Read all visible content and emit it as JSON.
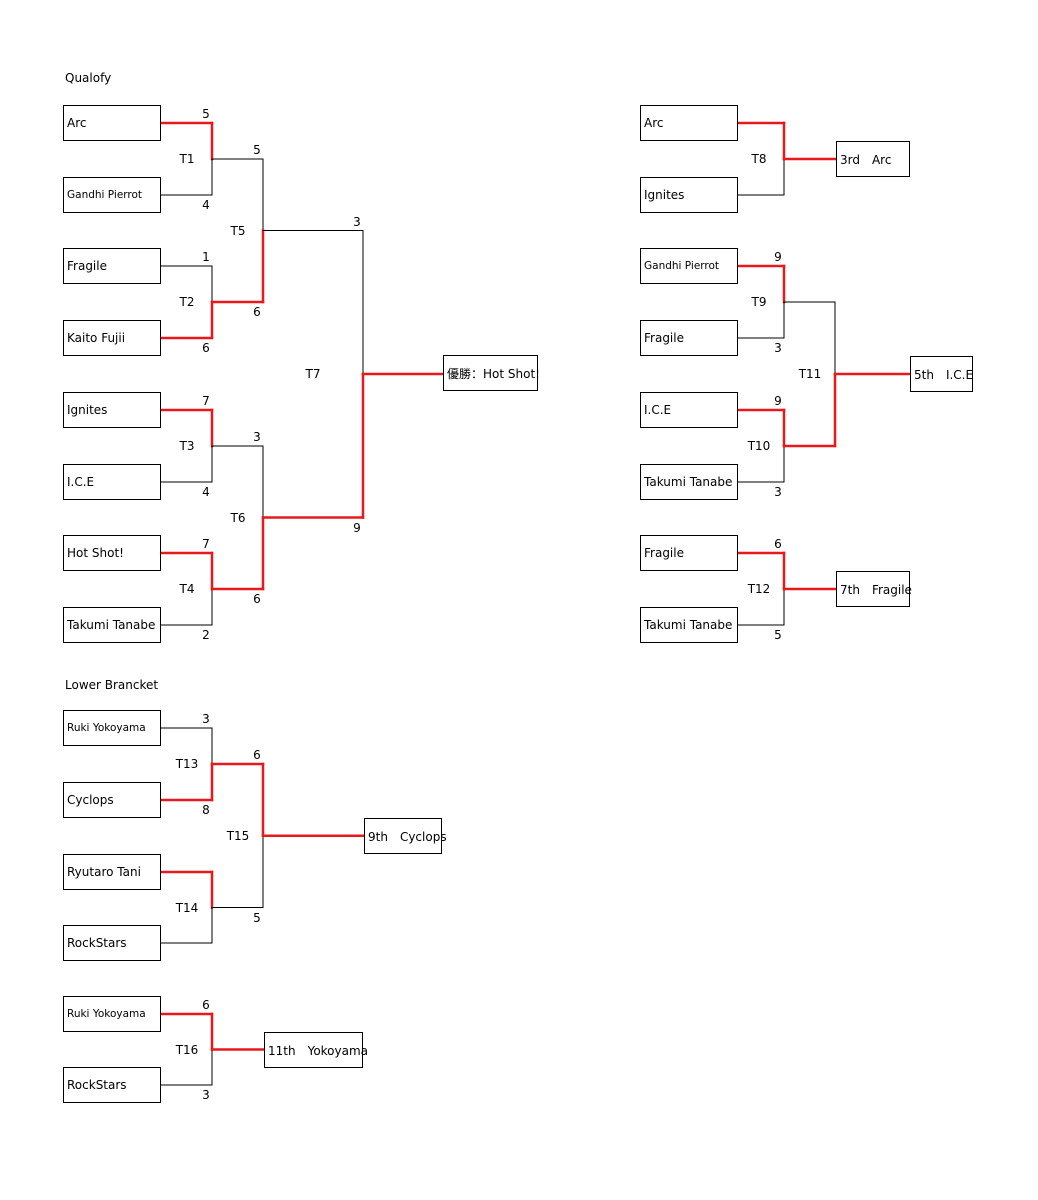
{
  "sections": {
    "qualify_title": "Qualofy",
    "lower_title": "Lower Brancket"
  },
  "colors": {
    "winner_line": "#e8191b",
    "line": "#000000",
    "box_border": "#000000"
  },
  "teams": [
    {
      "id": "q_arc",
      "name": "Arc"
    },
    {
      "id": "q_gandhi",
      "name": "Gandhi Pierrot"
    },
    {
      "id": "q_fragile",
      "name": "Fragile"
    },
    {
      "id": "q_kaito",
      "name": "Kaito Fujii"
    },
    {
      "id": "q_ignites",
      "name": "Ignites"
    },
    {
      "id": "q_ice",
      "name": "I.C.E"
    },
    {
      "id": "q_hotshot",
      "name": "Hot Shot!"
    },
    {
      "id": "q_takumi",
      "name": "Takumi Tanabe"
    },
    {
      "id": "p3_arc",
      "name": "Arc"
    },
    {
      "id": "p3_ignites",
      "name": "Ignites"
    },
    {
      "id": "p5_gandhi",
      "name": "Gandhi Pierrot"
    },
    {
      "id": "p5_fragile",
      "name": "Fragile"
    },
    {
      "id": "p5_ice",
      "name": "I.C.E"
    },
    {
      "id": "p5_takumi",
      "name": "Takumi Tanabe"
    },
    {
      "id": "p7_fragile",
      "name": "Fragile"
    },
    {
      "id": "p7_takumi",
      "name": "Takumi Tanabe"
    },
    {
      "id": "l_ruki",
      "name": "Ruki Yokoyama"
    },
    {
      "id": "l_cyclops",
      "name": "Cyclops"
    },
    {
      "id": "l_ryutaro",
      "name": "Ryutaro Tani"
    },
    {
      "id": "l_rockstars",
      "name": "RockStars"
    },
    {
      "id": "p11_ruki",
      "name": "Ruki Yokoyama"
    },
    {
      "id": "p11_rockstars",
      "name": "RockStars"
    }
  ],
  "results": [
    {
      "id": "champion",
      "text": "優勝：Hot Shot!"
    },
    {
      "id": "third",
      "text": "3rd　Arc"
    },
    {
      "id": "fifth",
      "text": "5th　I.C.E"
    },
    {
      "id": "seventh",
      "text": "7th　Fragile"
    },
    {
      "id": "ninth",
      "text": "9th　Cyclops"
    },
    {
      "id": "eleventh",
      "text": "11th　Yokoyama"
    }
  ],
  "matches": [
    {
      "label": "T1",
      "top": "q_arc",
      "bottom": "q_gandhi",
      "top_score": "5",
      "bottom_score": "4",
      "winner": "top"
    },
    {
      "label": "T2",
      "top": "q_fragile",
      "bottom": "q_kaito",
      "top_score": "1",
      "bottom_score": "6",
      "winner": "bottom"
    },
    {
      "label": "T3",
      "top": "q_ignites",
      "bottom": "q_ice",
      "top_score": "7",
      "bottom_score": "4",
      "winner": "top"
    },
    {
      "label": "T4",
      "top": "q_hotshot",
      "bottom": "q_takumi",
      "top_score": "7",
      "bottom_score": "2",
      "winner": "top"
    },
    {
      "label": "T5",
      "top": "T1",
      "bottom": "T2",
      "top_score": "5",
      "bottom_score": "6",
      "winner": "bottom"
    },
    {
      "label": "T6",
      "top": "T3",
      "bottom": "T4",
      "top_score": "3",
      "bottom_score": "6",
      "winner": "bottom"
    },
    {
      "label": "T7",
      "top": "T5",
      "bottom": "T6",
      "top_score": "3",
      "bottom_score": "9",
      "winner": "bottom",
      "result": "champion"
    },
    {
      "label": "T8",
      "top": "p3_arc",
      "bottom": "p3_ignites",
      "top_score": "",
      "bottom_score": "",
      "winner": "top",
      "result": "third"
    },
    {
      "label": "T9",
      "top": "p5_gandhi",
      "bottom": "p5_fragile",
      "top_score": "9",
      "bottom_score": "3",
      "winner": "top"
    },
    {
      "label": "T10",
      "top": "p5_ice",
      "bottom": "p5_takumi",
      "top_score": "9",
      "bottom_score": "3",
      "winner": "top"
    },
    {
      "label": "T11",
      "top": "T9",
      "bottom": "T10",
      "top_score": "",
      "bottom_score": "",
      "winner": "bottom",
      "result": "fifth"
    },
    {
      "label": "T12",
      "top": "p7_fragile",
      "bottom": "p7_takumi",
      "top_score": "6",
      "bottom_score": "5",
      "winner": "top",
      "result": "seventh"
    },
    {
      "label": "T13",
      "top": "l_ruki",
      "bottom": "l_cyclops",
      "top_score": "3",
      "bottom_score": "8",
      "winner": "bottom"
    },
    {
      "label": "T14",
      "top": "l_ryutaro",
      "bottom": "l_rockstars",
      "top_score": "",
      "bottom_score": "",
      "winner": "top"
    },
    {
      "label": "T15",
      "top": "T13",
      "bottom": "T14",
      "top_score": "6",
      "bottom_score": "5",
      "winner": "top",
      "result": "ninth"
    },
    {
      "label": "T16",
      "top": "p11_ruki",
      "bottom": "p11_rockstars",
      "top_score": "6",
      "bottom_score": "3",
      "winner": "top",
      "result": "eleventh"
    }
  ]
}
